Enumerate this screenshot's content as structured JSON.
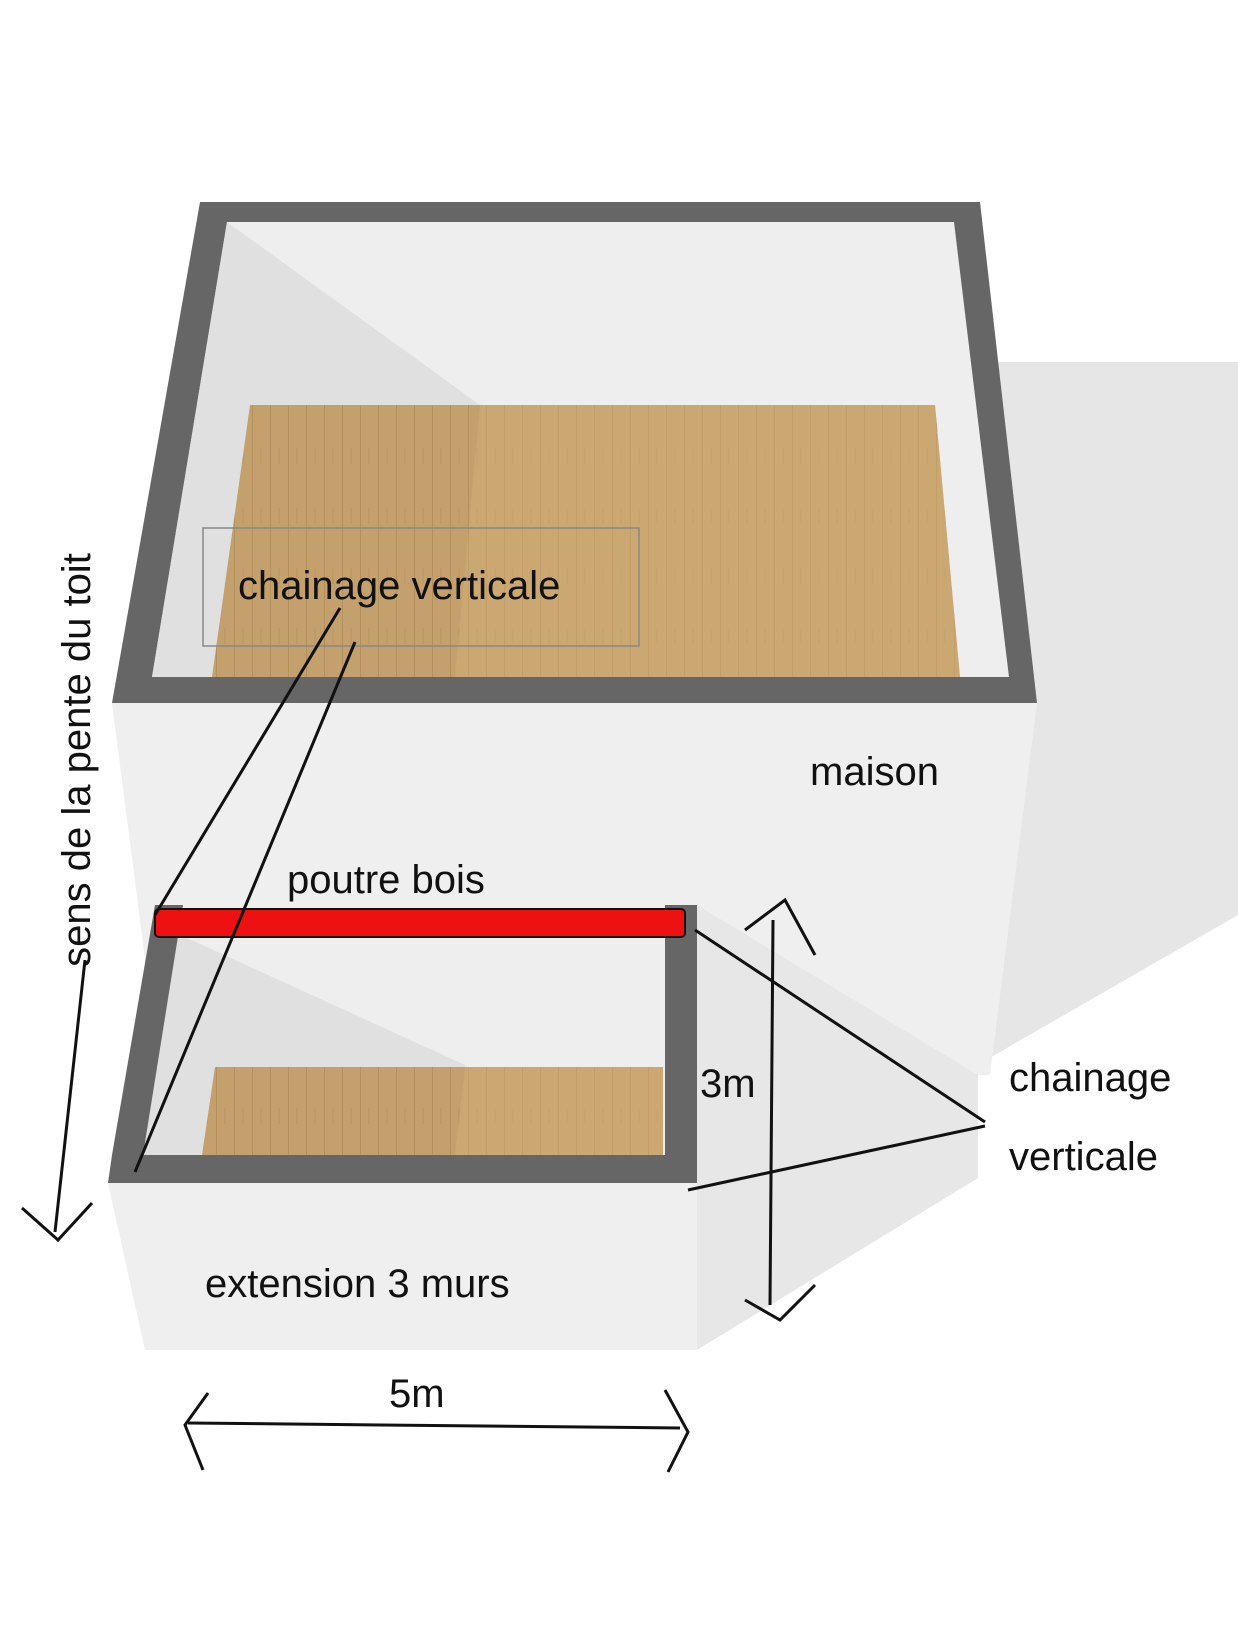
{
  "labels": {
    "chainage_top": "chainage verticale",
    "maison": "maison",
    "poutre": "poutre bois",
    "height_dim": "3m",
    "chainage_right_line1": "chainage",
    "chainage_right_line2": "verticale",
    "extension": "extension 3 murs",
    "width_dim": "5m",
    "roof_slope": "sens de la pente du toit"
  },
  "colors": {
    "wall_top": "#666666",
    "wall_face": "#ebebeb",
    "inner_wall": "#e0e0e0",
    "floor": "#c3a06c",
    "shadow": "#e4e4e4",
    "beam": "#ee1111",
    "ink": "#111111"
  }
}
